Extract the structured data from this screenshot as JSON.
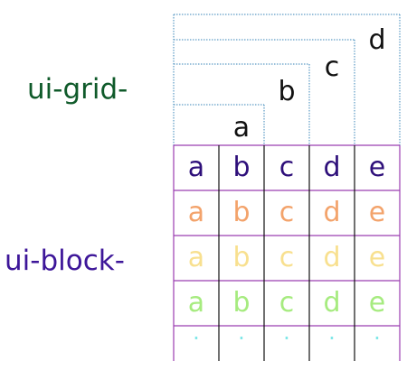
{
  "labels": {
    "grid_prefix": "ui-grid-",
    "block_prefix": "ui-block-"
  },
  "colors": {
    "grid_label": "#0f5a2a",
    "block_label": "#3d1699",
    "guide_line": "#3a86b8",
    "block_border": "#9b3db0",
    "row_divider": "#111111",
    "row_colors": [
      "#2e0f7a",
      "#f3a36b",
      "#f8e08f",
      "#a6eb7f",
      "#7fe7e8"
    ]
  },
  "grid_columns": [
    "a",
    "b",
    "c",
    "d"
  ],
  "block_columns": [
    "a",
    "b",
    "c",
    "d",
    "e"
  ],
  "block_rows": [
    [
      "a",
      "b",
      "c",
      "d",
      "e"
    ],
    [
      "a",
      "b",
      "c",
      "d",
      "e"
    ],
    [
      "a",
      "b",
      "c",
      "d",
      "e"
    ],
    [
      "a",
      "b",
      "c",
      "d",
      "e"
    ],
    [
      "·",
      "·",
      "·",
      "·",
      "·"
    ]
  ]
}
